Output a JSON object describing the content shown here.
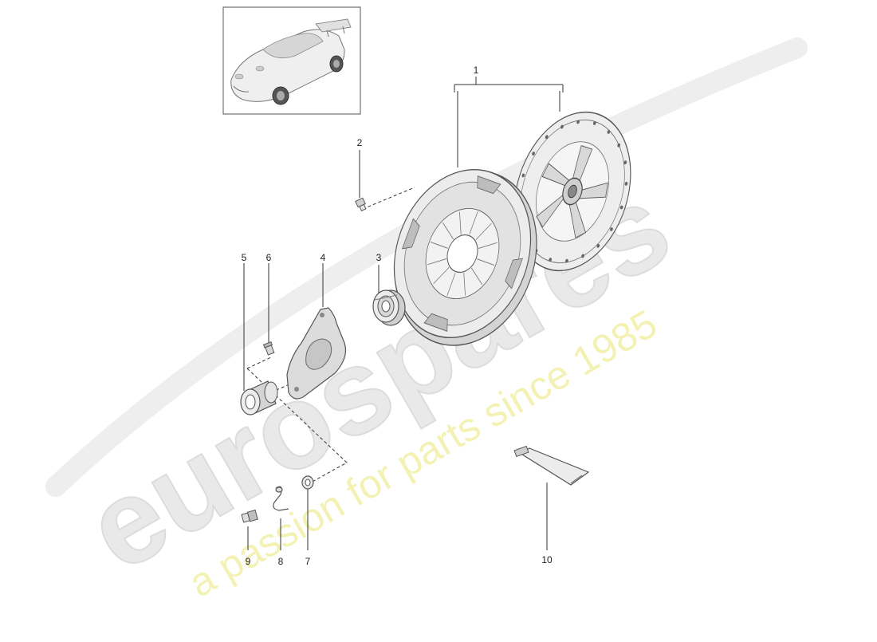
{
  "watermark": {
    "brand": "eurospares",
    "tagline": "a passion for parts since 1985"
  },
  "callouts": [
    "1",
    "2",
    "3",
    "4",
    "5",
    "6",
    "7",
    "8",
    "9",
    "10"
  ],
  "colors": {
    "line": "#333333",
    "part_outline": "#555555",
    "part_fill": "#ededed",
    "part_shade": "#cfcfcf",
    "watermark_brand": "#e6e6e6",
    "watermark_tag": "#f4f3b0"
  }
}
